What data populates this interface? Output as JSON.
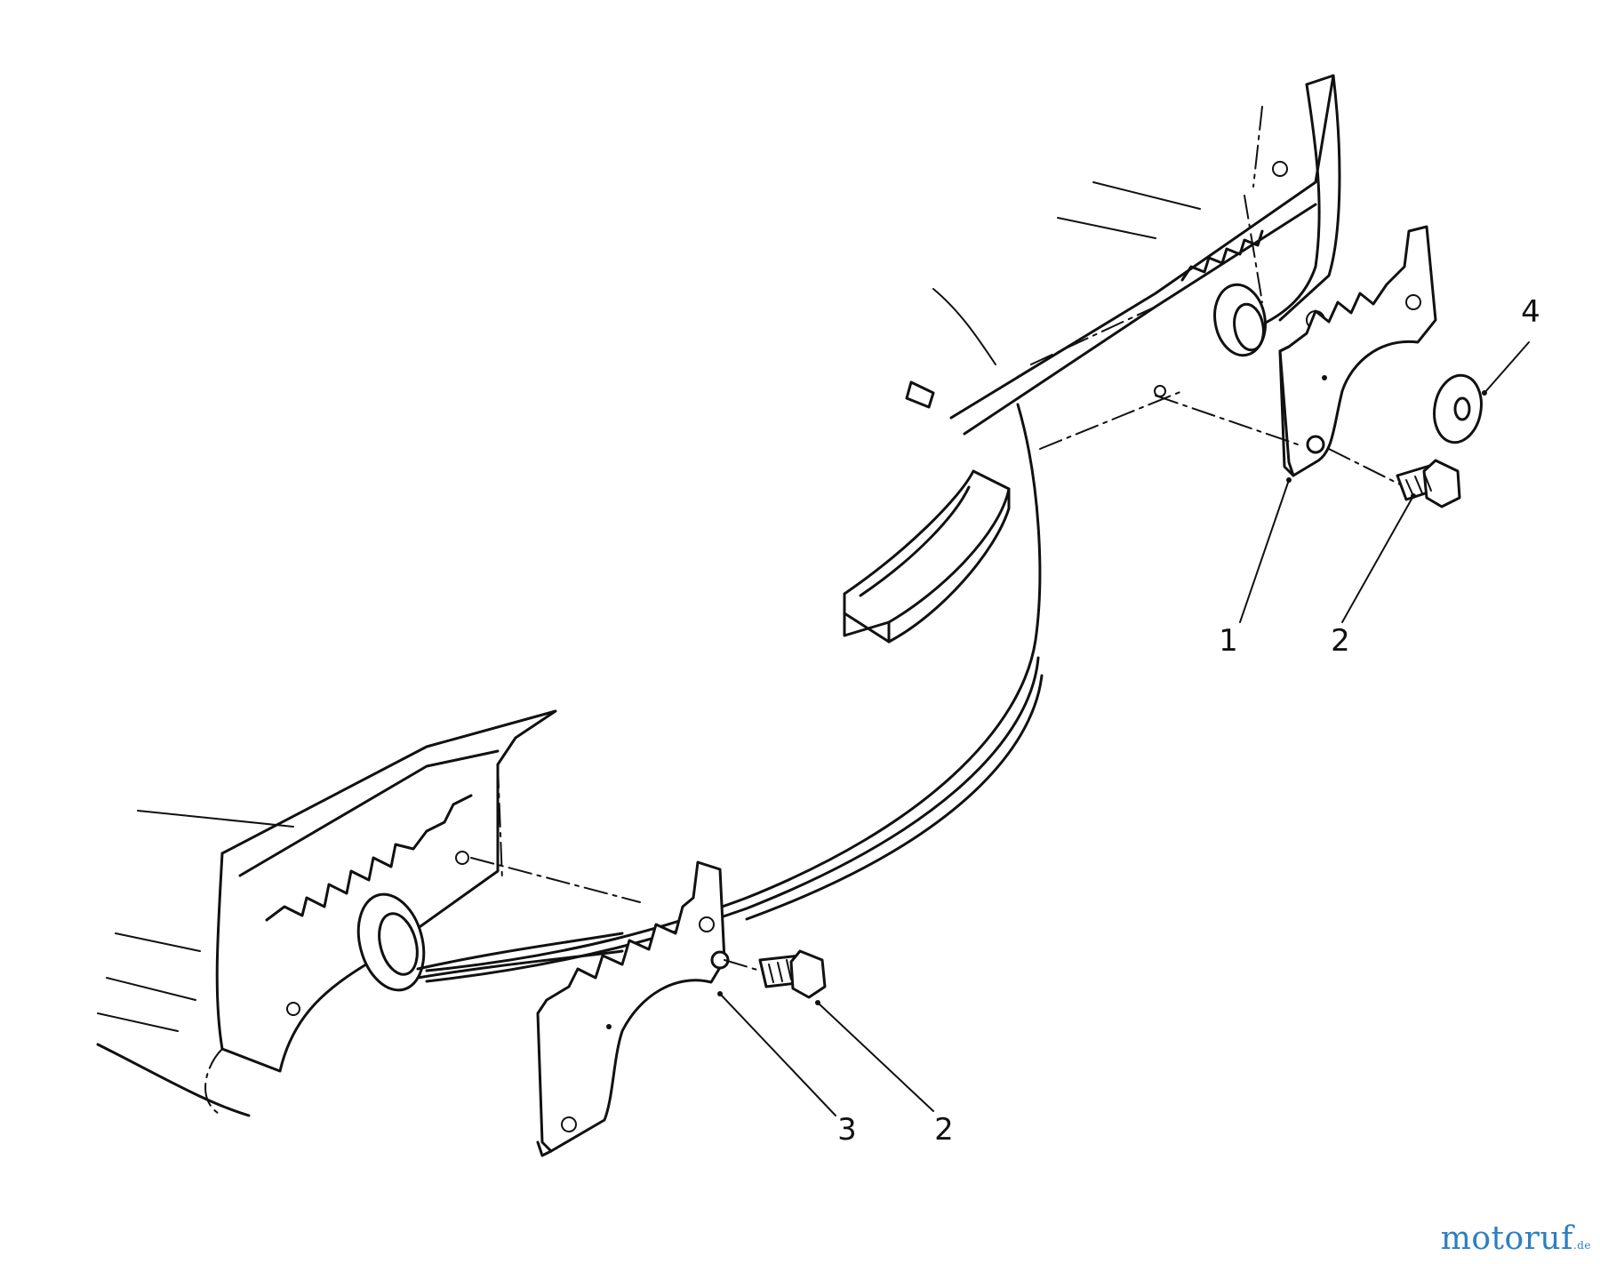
{
  "callouts": [
    {
      "id": "c1",
      "label": "1"
    },
    {
      "id": "c2a",
      "label": "2"
    },
    {
      "id": "c2b",
      "label": "2"
    },
    {
      "id": "c3",
      "label": "3"
    },
    {
      "id": "c4",
      "label": "4"
    }
  ],
  "watermark": {
    "main": "motoruf",
    "suffix": ".de"
  },
  "colors": {
    "line": "#111111",
    "background": "#ffffff",
    "watermark": "#2d7fc1"
  }
}
